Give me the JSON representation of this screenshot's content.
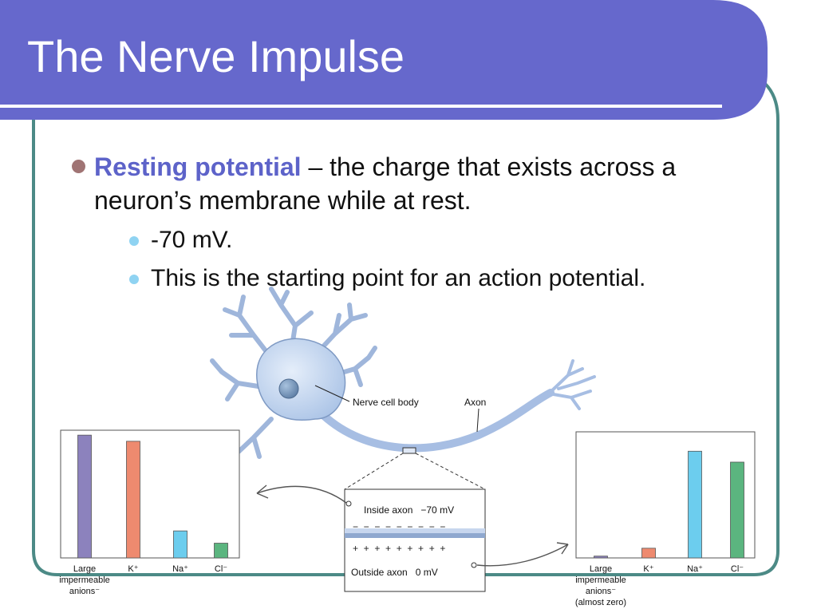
{
  "slide": {
    "title": "The Nerve Impulse",
    "bullet": {
      "term": "Resting potential",
      "rest": " – the charge that exists across a neuron’s membrane while at rest."
    },
    "subbullets": [
      "-70 mV.",
      "This is the starting point for an action potential."
    ]
  },
  "diagram": {
    "labels": {
      "cell_body": "Nerve cell body",
      "axon": "Axon",
      "inside": "Inside axon   −70 mV",
      "outside": "Outside axon   0 mV",
      "inner_charge": "−  −  −  −  −  −  −  −  −",
      "outer_charge": "+  +  +  +  +  +  +  +  +"
    },
    "left_chart": {
      "categories": [
        {
          "line1": "Large",
          "line2": "impermeable",
          "line3": "anions⁻",
          "line4": ""
        },
        {
          "line1": "K⁺"
        },
        {
          "line1": "Na⁺"
        },
        {
          "line1": "Cl⁻"
        }
      ]
    },
    "right_chart": {
      "categories": [
        {
          "line1": "Large",
          "line2": "impermeable",
          "line3": "anions⁻",
          "line4": "(almost zero)"
        },
        {
          "line1": "K⁺"
        },
        {
          "line1": "Na⁺"
        },
        {
          "line1": "Cl⁻"
        }
      ]
    }
  },
  "chart_data": [
    {
      "type": "bar",
      "categories": [
        "Large impermeable anions⁻",
        "K⁺",
        "Na⁺",
        "Cl⁻"
      ],
      "values": [
        100,
        95,
        22,
        12
      ],
      "ylim": [
        0,
        104
      ],
      "colors": [
        "#8c82bd",
        "#ee8a6f",
        "#6ccdee",
        "#5bb57f"
      ]
    },
    {
      "type": "bar",
      "categories": [
        "Large impermeable anions⁻",
        "K⁺",
        "Na⁺",
        "Cl⁻"
      ],
      "values": [
        1.5,
        8,
        88,
        79
      ],
      "ylim": [
        0,
        104
      ],
      "colors": [
        "#8c82bd",
        "#ee8a6f",
        "#6ccdee",
        "#5bb57f"
      ]
    }
  ],
  "theme": {
    "title_bar": "#6668cc",
    "frame_border": "#4c8a86",
    "keyword": "#5d63c9",
    "neuron_fill": "#bcd3ef",
    "neuron_stroke": "#7f9ac4"
  }
}
